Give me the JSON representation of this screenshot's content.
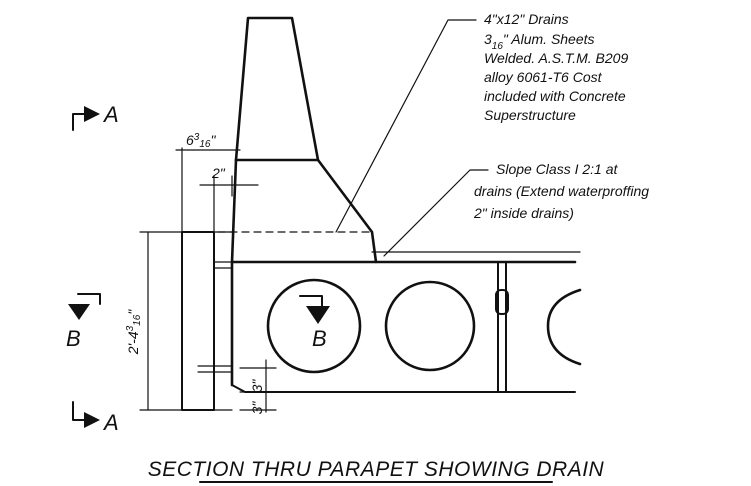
{
  "drain_note": {
    "line1": "4\"x12\" Drains",
    "line2_prefix": "3",
    "line2_sub": "16",
    "line2_rest": "\" Alum. Sheets",
    "line3": "Welded. A.S.T.M. B209",
    "line4": "alloy 6061-T6 Cost",
    "line5": "included with Concrete",
    "line6": "Superstructure"
  },
  "slope_note": {
    "line1": "Slope Class I 2:1 at",
    "line2": "drains (Extend waterproffing",
    "line3": "2\" inside drains)"
  },
  "dimensions": {
    "offset_whole": "6",
    "offset_num": "3",
    "offset_den": "16",
    "offset_unit": "\"",
    "inner": "2\"",
    "height": "2'-4",
    "height_num": "3",
    "height_den": "16",
    "height_unit": "\"",
    "bottom_a": "3\"",
    "bottom_b": "3\""
  },
  "section_marks": {
    "a_top": "A",
    "a_bottom": "A",
    "b_left": "B",
    "b_circle": "B"
  },
  "title": "SECTION THRU PARAPET SHOWING DRAIN"
}
